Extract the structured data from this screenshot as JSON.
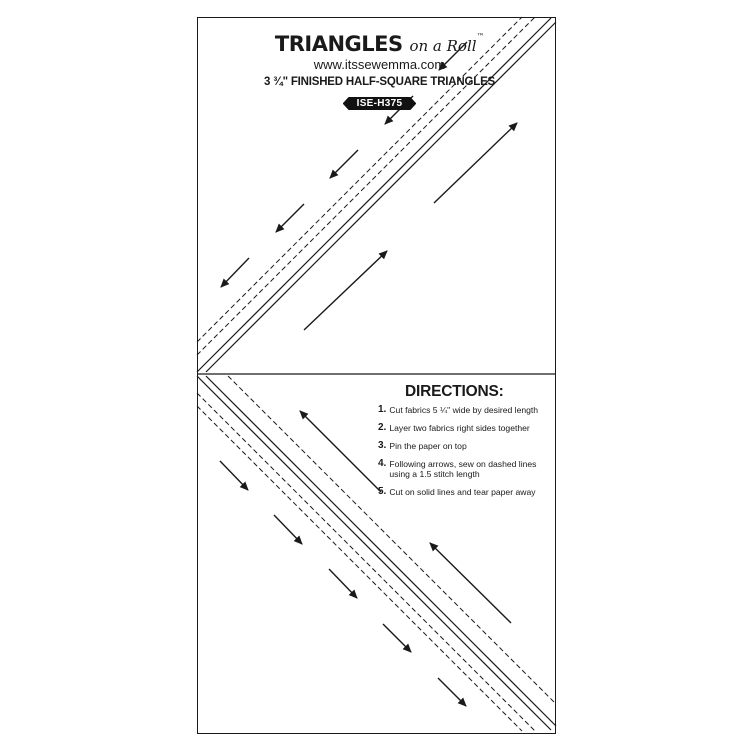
{
  "header": {
    "brand_main": "TRIANGLES",
    "brand_sub": "on a Roll",
    "brand_tm": "™",
    "url": "www.itssewemma.com",
    "subtitle": "3 ¾\" FINISHED HALF-SQUARE TRIANGLES",
    "code": "ISE-H375"
  },
  "directions": {
    "title": "DIRECTIONS:",
    "steps": [
      {
        "num": "1.",
        "text": "Cut fabrics 5 ¼\" wide by desired length"
      },
      {
        "num": "2.",
        "text": "Layer two fabrics right sides together"
      },
      {
        "num": "3.",
        "text": "Pin the paper on top"
      },
      {
        "num": "4.",
        "text": "Following arrows, sew on dashed lines using a 1.5 stitch length"
      },
      {
        "num": "5.",
        "text": "Cut on solid lines and tear paper away"
      }
    ]
  },
  "colors": {
    "ink": "#1a1a1a",
    "paper": "#ffffff"
  }
}
